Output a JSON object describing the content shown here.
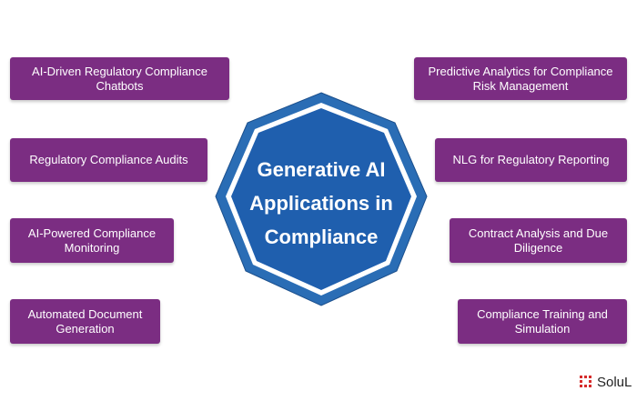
{
  "center": {
    "title_lines": [
      "Generative AI",
      "Applications in",
      "Compliance"
    ]
  },
  "left_items": [
    "AI-Driven Regulatory Compliance Chatbots",
    "Regulatory Compliance Audits",
    "AI-Powered Compliance Monitoring",
    "Automated Document Generation"
  ],
  "right_items": [
    "Predictive Analytics for Compliance Risk Management",
    "NLG for Regulatory Reporting",
    "Contract Analysis and Due Diligence",
    "Compliance Training and Simulation"
  ],
  "brand": {
    "text": "SoluL"
  },
  "colors": {
    "box_fill": "#7b2d82",
    "octagon_outer": "#2a6db5",
    "octagon_inner": "#1f5fae",
    "octagon_ring": "#ffffff",
    "brand_red": "#d62b2b"
  }
}
